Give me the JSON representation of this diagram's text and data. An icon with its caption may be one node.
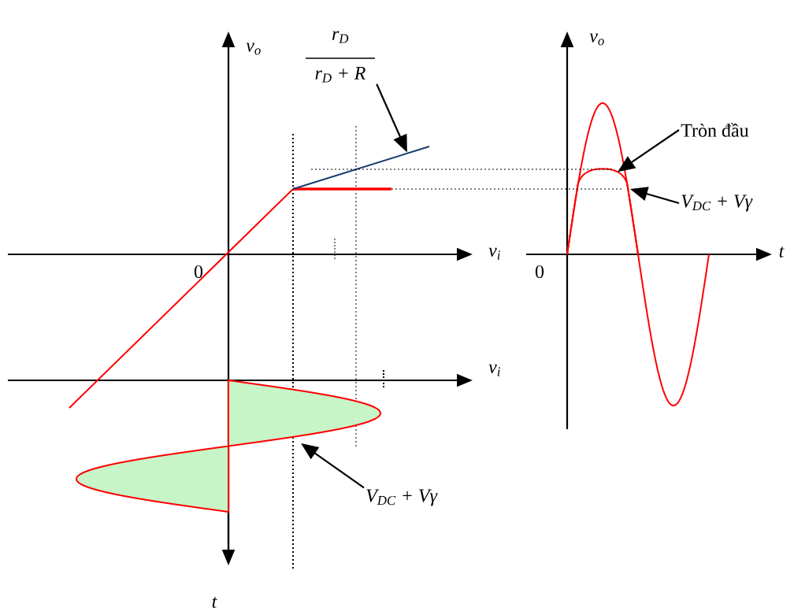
{
  "diagram": {
    "nodes": [
      {
        "text": [
          "r$_{D}$",
          "r$_{D}$ + R"
        ]
      },
      {
        "text": [],
        "shape": "line"
      },
      {
        "text": [
          "Tròn đầu"
        ]
      },
      {
        "text": [],
        "shape": "curve"
      },
      {
        "text": [
          "V$_{DC}$ + Vγ"
        ]
      },
      {
        "text": [
          "V$_{DC}$ + Vγ"
        ]
      }
    ],
    "edges": [
      {
        "from": 0,
        "to": 1,
        "arrow": "to"
      },
      {
        "from": 2,
        "to": 3,
        "arrow": "to"
      },
      {
        "from": 4,
        "to": 3,
        "arrow": "to"
      },
      {
        "from": 1,
        "to": 3,
        "arrow": "none",
        "style": "dashed"
      },
      {
        "from": 1,
        "to": 3,
        "arrow": "none",
        "style": "dashed"
      },
      {
        "from": 5,
        "to": null,
        "arrow": "to"
      }
    ],
    "labels": [
      "v$_{o}$",
      "v$_{i}$",
      "0",
      "v$_{i}$",
      "t",
      "v$_{o}$",
      "t",
      "0"
    ]
  }
}
